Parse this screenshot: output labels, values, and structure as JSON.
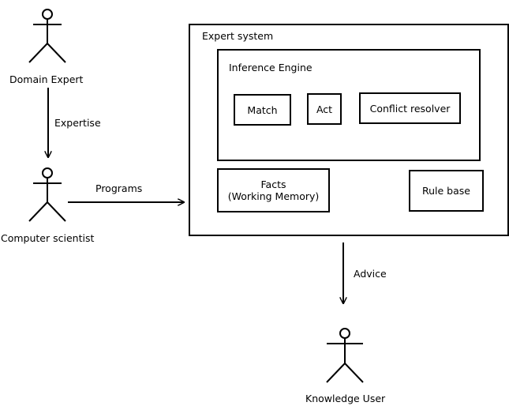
{
  "actors": {
    "domain_expert": "Domain Expert",
    "computer_scientist": "Computer scientist",
    "knowledge_user": "Knowledge User"
  },
  "edges": {
    "expertise": "Expertise",
    "programs": "Programs",
    "advice": "Advice"
  },
  "expert_system": {
    "title": "Expert system",
    "inference_engine": {
      "title": "Inference Engine",
      "match": "Match",
      "act": "Act",
      "conflict_resolver": "Conflict resolver"
    },
    "facts": {
      "line1": "Facts",
      "line2": "(Working Memory)"
    },
    "rule_base": "Rule base"
  }
}
